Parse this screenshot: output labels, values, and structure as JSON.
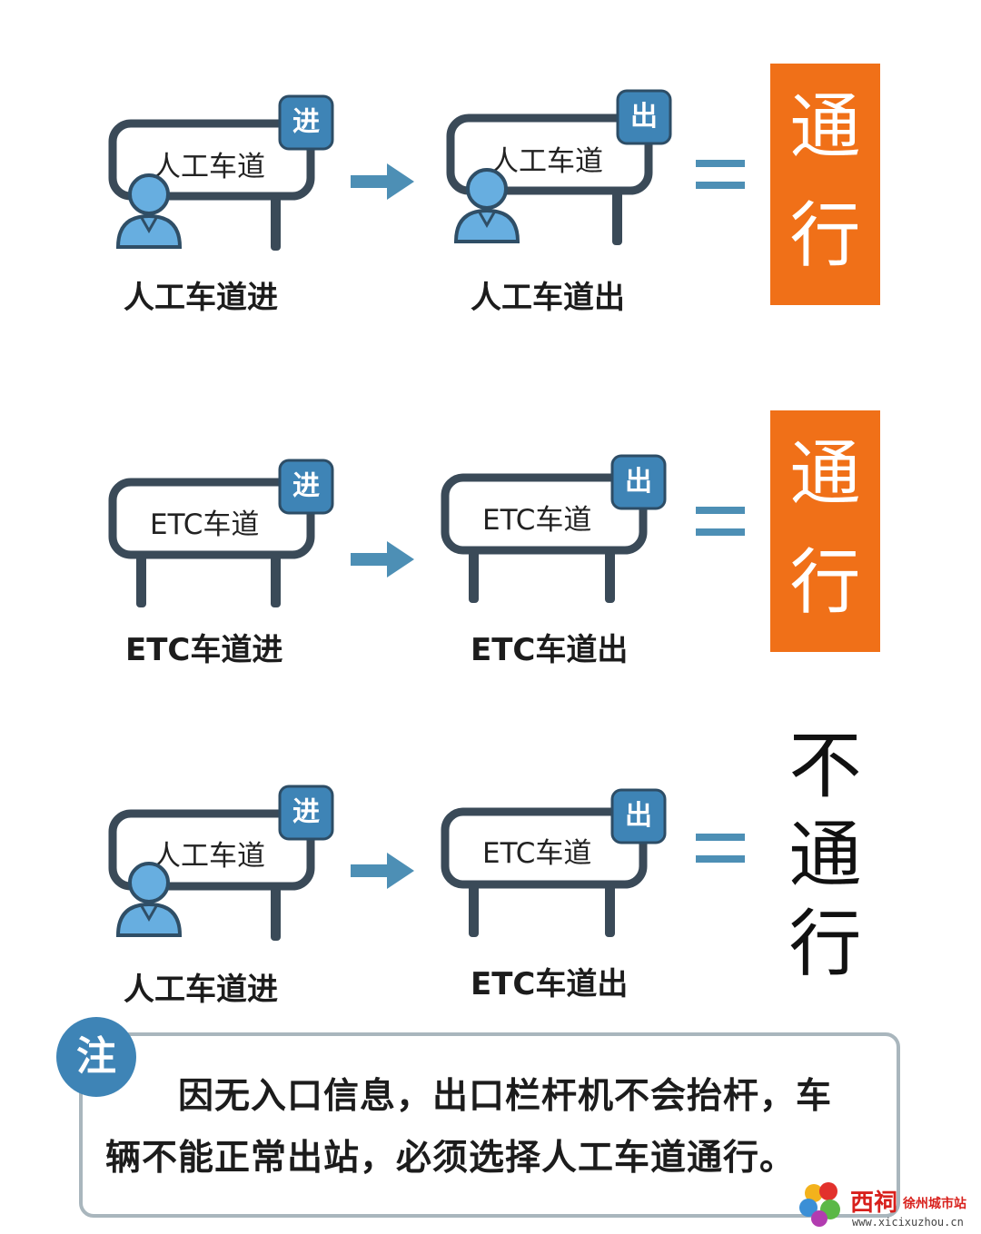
{
  "rows": [
    {
      "entry": {
        "sign_label": "人工车道",
        "tag": "进",
        "caption": "人工车道进",
        "attendant": true
      },
      "exit": {
        "sign_label": "人工车道",
        "tag": "出",
        "caption": "人工车道出",
        "attendant": true
      },
      "result": "通行",
      "result_highlighted": true
    },
    {
      "entry": {
        "sign_label": "ETC车道",
        "tag": "进",
        "caption": "ETC车道进",
        "attendant": false
      },
      "exit": {
        "sign_label": "ETC车道",
        "tag": "出",
        "caption": "ETC车道出",
        "attendant": false
      },
      "result": "通行",
      "result_highlighted": true
    },
    {
      "entry": {
        "sign_label": "人工车道",
        "tag": "进",
        "caption": "人工车道进",
        "attendant": true
      },
      "exit": {
        "sign_label": "ETC车道",
        "tag": "出",
        "caption": "ETC车道出",
        "attendant": false
      },
      "result": "不通行",
      "result_highlighted": false
    }
  ],
  "note": {
    "badge": "注",
    "line1": "因无入口信息，出口栏杆机不会抬杆，车",
    "line2": "辆不能正常出站，必须选择人工车道通行。"
  },
  "watermark": {
    "brand": "西祠",
    "city": "徐州城市站",
    "url": "www.xicixuzhou.cn"
  },
  "colors": {
    "sign_border": "#3a4a58",
    "tag": "#3e84b6",
    "arrow": "#4d8fb5",
    "person": "#67aee0",
    "result_box": "#f07018",
    "note_border": "#a9b6bd"
  }
}
